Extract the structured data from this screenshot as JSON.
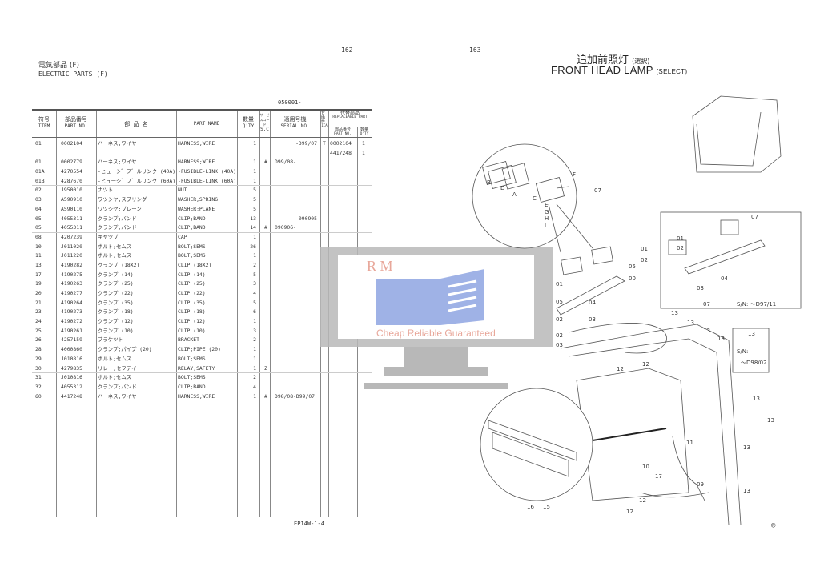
{
  "left_page": {
    "page_number": "162",
    "title_jp": "電気部品 (F)",
    "title_en": "ELECTRIC PARTS (F)",
    "serial_range": "050001-",
    "footer": "EP14W-1-4"
  },
  "right_page": {
    "page_number": "163",
    "title_jp": "追加前照灯",
    "title_jp_note": "(選択)",
    "title_en": "FRONT HEAD LAMP",
    "title_en_note": "(SELECT)",
    "registered_mark": "®"
  },
  "table": {
    "headers": {
      "item_jp": "符号",
      "item": "ITEM",
      "partno_jp": "部品番号",
      "partno": "PART NO.",
      "name_jp": "部 品 名",
      "name": "PART NAME",
      "qty_jp": "数量",
      "qty": "Q'TY",
      "sc_jp": "サービスコード",
      "sc": "S.C",
      "serial_jp": "適用号機",
      "serial": "SERIAL NO.",
      "ica_jp": "互換性",
      "ica": "ICA",
      "repl_jp": "代替部品",
      "repl": "REPLACEABLE PART",
      "repl_partno_jp": "部品番号",
      "repl_partno": "PART NO.",
      "repl_qty_jp": "数量",
      "repl_qty": "Q'TY"
    },
    "rows": [
      {
        "item": "01",
        "part_no": "0002104",
        "name_jp": "ハーネス;ワイヤ",
        "name": "HARNESS;WIRE",
        "qty": "1",
        "sc": "",
        "serial": "-D99/07",
        "ica": "T",
        "repl_part_no": "0002104",
        "repl_qty": "1"
      },
      {
        "item": "",
        "part_no": "",
        "name_jp": "",
        "name": "",
        "qty": "",
        "sc": "",
        "serial": "",
        "ica": "",
        "repl_part_no": "4417248",
        "repl_qty": "1"
      },
      {
        "item": "01",
        "part_no": "0002779",
        "name_jp": "ハーネス;ワイヤ",
        "name": "HARNESS;WIRE",
        "qty": "1",
        "sc": "#",
        "serial": "D99/08-",
        "ica": "",
        "repl_part_no": "",
        "repl_qty": ""
      },
      {
        "item": "01A",
        "part_no": "4270554",
        "name_jp": "-ヒューシ゛フ゛ルリンク (40A)",
        "name": "-FUSIBLE-LINK (40A)",
        "qty": "1",
        "sc": "",
        "serial": "",
        "ica": "",
        "repl_part_no": "",
        "repl_qty": ""
      },
      {
        "item": "01B",
        "part_no": "4287670",
        "name_jp": "-ヒューシ゛フ゛ルリンク (60A)",
        "name": "-FUSIBLE-LINK (60A)",
        "qty": "1",
        "sc": "",
        "serial": "",
        "ica": "",
        "repl_part_no": "",
        "repl_qty": "",
        "sep": true
      },
      {
        "item": "02",
        "part_no": "J950010",
        "name_jp": "ナツト",
        "name": "NUT",
        "qty": "5",
        "sc": "",
        "serial": ""
      },
      {
        "item": "03",
        "part_no": "A590910",
        "name_jp": "ワツシヤ;スプリング",
        "name": "WASHER;SPRING",
        "qty": "5",
        "sc": "",
        "serial": ""
      },
      {
        "item": "04",
        "part_no": "A590110",
        "name_jp": "ワツシヤ;プレーン",
        "name": "WASHER;PLANE",
        "qty": "5",
        "sc": "",
        "serial": ""
      },
      {
        "item": "05",
        "part_no": "4055311",
        "name_jp": "クランプ;バンド",
        "name": "CLIP;BAND",
        "qty": "13",
        "sc": "",
        "serial": "-090905"
      },
      {
        "item": "05",
        "part_no": "4055311",
        "name_jp": "クランプ;バンド",
        "name": "CLIP;BAND",
        "qty": "14",
        "sc": "#",
        "serial": "090906-",
        "sep": true
      },
      {
        "item": "08",
        "part_no": "4207239",
        "name_jp": "キヤツプ",
        "name": "CAP",
        "qty": "1",
        "sc": "",
        "serial": ""
      },
      {
        "item": "10",
        "part_no": "J011020",
        "name_jp": "ボルト;セムス",
        "name": "BOLT;SEMS",
        "qty": "26",
        "sc": "",
        "serial": ""
      },
      {
        "item": "11",
        "part_no": "J011220",
        "name_jp": "ボルト;セムス",
        "name": "BOLT;SEMS",
        "qty": "1",
        "sc": "",
        "serial": ""
      },
      {
        "item": "13",
        "part_no": "4190282",
        "name_jp": "クランプ (18X2)",
        "name": "CLIP (18X2)",
        "qty": "2",
        "sc": "",
        "serial": ""
      },
      {
        "item": "17",
        "part_no": "4190275",
        "name_jp": "クランプ (14)",
        "name": "CLIP (14)",
        "qty": "5",
        "sc": "",
        "serial": "",
        "sep": true
      },
      {
        "item": "19",
        "part_no": "4190263",
        "name_jp": "クランプ (25)",
        "name": "CLIP (25)",
        "qty": "3",
        "sc": "",
        "serial": ""
      },
      {
        "item": "20",
        "part_no": "4190277",
        "name_jp": "クランプ (22)",
        "name": "CLIP (22)",
        "qty": "4",
        "sc": "",
        "serial": ""
      },
      {
        "item": "21",
        "part_no": "4190264",
        "name_jp": "クランプ (35)",
        "name": "CLIP (35)",
        "qty": "5",
        "sc": "",
        "serial": ""
      },
      {
        "item": "23",
        "part_no": "4190273",
        "name_jp": "クランプ (18)",
        "name": "CLIP (18)",
        "qty": "6",
        "sc": "",
        "serial": ""
      },
      {
        "item": "24",
        "part_no": "4190272",
        "name_jp": "クランプ (12)",
        "name": "CLIP (12)",
        "qty": "1",
        "sc": "",
        "serial": ""
      },
      {
        "item": "25",
        "part_no": "4190261",
        "name_jp": "クランプ (10)",
        "name": "CLIP (10)",
        "qty": "3",
        "sc": "",
        "serial": ""
      },
      {
        "item": "26",
        "part_no": "4257159",
        "name_jp": "ブラケツト",
        "name": "BRACKET",
        "qty": "2",
        "sc": "",
        "serial": ""
      },
      {
        "item": "28",
        "part_no": "4000860",
        "name_jp": "クランプ;パイプ (20)",
        "name": "CLIP;PIPE (20)",
        "qty": "1",
        "sc": "",
        "serial": ""
      },
      {
        "item": "29",
        "part_no": "J010816",
        "name_jp": "ボルト;セムス",
        "name": "BOLT;SEMS",
        "qty": "1",
        "sc": "",
        "serial": ""
      },
      {
        "item": "30",
        "part_no": "4279835",
        "name_jp": "リレー;セフテイ",
        "name": "RELAY;SAFETY",
        "qty": "1",
        "sc": "Z",
        "serial": "",
        "sep": true
      },
      {
        "item": "31",
        "part_no": "J010816",
        "name_jp": "ボルト;セムス",
        "name": "BOLT;SEMS",
        "qty": "2",
        "sc": "",
        "serial": ""
      },
      {
        "item": "32",
        "part_no": "4055312",
        "name_jp": "クランプ;バンド",
        "name": "CLIP;BAND",
        "qty": "4",
        "sc": "",
        "serial": ""
      },
      {
        "item": "60",
        "part_no": "4417248",
        "name_jp": "ハーネス;ワイヤ",
        "name": "HARNESS;WIRE",
        "qty": "1",
        "sc": "#",
        "serial": "D98/08-D99/07"
      }
    ]
  },
  "diagram": {
    "callouts": [
      "07",
      "B",
      "D",
      "A",
      "C",
      "F",
      "E",
      "G",
      "H",
      "I",
      "01",
      "02",
      "05",
      "00",
      "01",
      "05",
      "02",
      "03",
      "04",
      "02",
      "03",
      "12",
      "12",
      "07",
      "01",
      "02",
      "03",
      "07",
      "04",
      "13",
      "13",
      "13",
      "13",
      "13",
      "13",
      "13",
      "13",
      "13",
      "11",
      "10",
      "17",
      "12",
      "09",
      "16",
      "15",
      "12"
    ],
    "inset_serial_1": "S/N: ～D97/11",
    "inset_serial_2_label": "S/N:",
    "inset_serial_2": "～D98/02"
  },
  "watermark": {
    "logo_text": "R M",
    "tagline": "Cheap Reliable Guaranteed",
    "colors": {
      "red": "#e8a79a",
      "blue": "#9fb2e6",
      "gray": "#b8b8b8"
    }
  }
}
